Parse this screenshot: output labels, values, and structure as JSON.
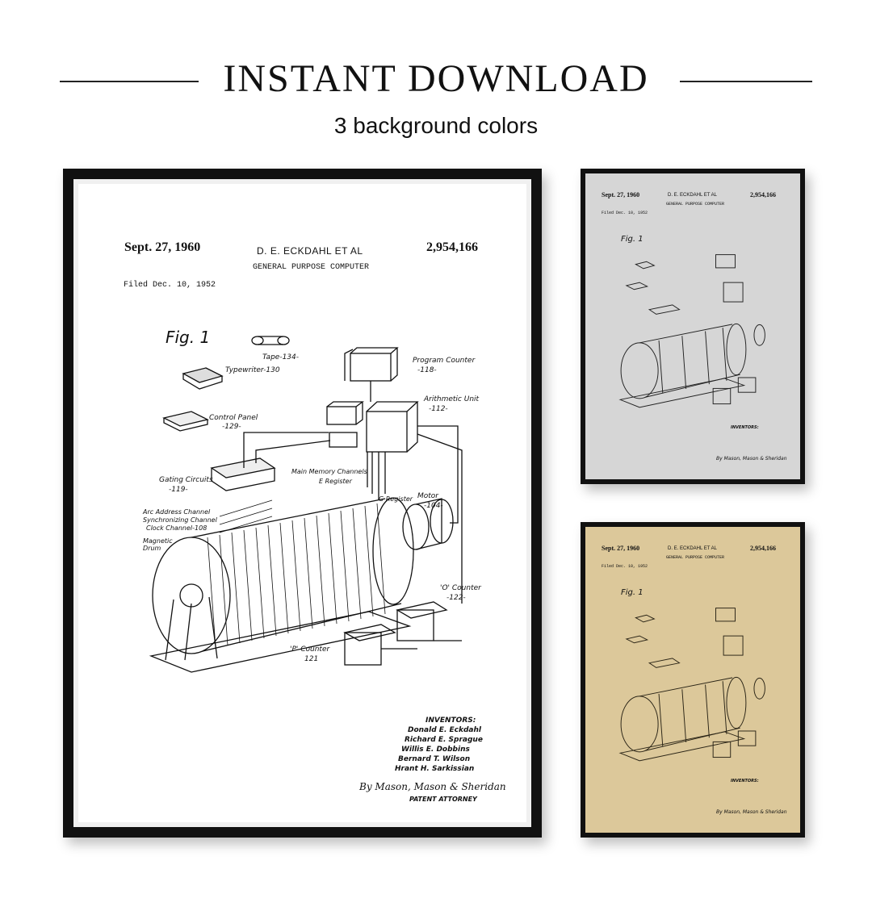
{
  "header": {
    "title": "INSTANT DOWNLOAD",
    "subtitle": "3 background colors"
  },
  "patent": {
    "date": "Sept. 27, 1960",
    "inventor_line": "D. E. ECKDAHL  ET AL",
    "number": "2,954,166",
    "title": "GENERAL PURPOSE COMPUTER",
    "filed": "Filed Dec. 10, 1952",
    "fig": "Fig. 1",
    "labels": {
      "tape": "Tape-134-",
      "typewriter": "Typewriter-130",
      "control_panel": "Control Panel",
      "control_panel_num": "-129-",
      "program_counter": "Program Counter",
      "program_counter_num": "-118-",
      "arithmetic_unit": "Arithmetic Unit",
      "arithmetic_unit_num": "-112-",
      "gating_circuits": "Gating Circuits",
      "gating_circuits_num": "-119-",
      "main_memory": "Main Memory Channels",
      "e_register": "E Register",
      "g_register": "G Register",
      "motor": "Motor",
      "motor_num": "-104-",
      "arc_address": "Arc Address Channel",
      "sync_channel": "Synchronizing Channel",
      "clock_channel": "Clock Channel-108",
      "magnetic_drum": "Magnetic Drum",
      "o_counter": "'O' Counter",
      "o_counter_num": "-122-",
      "p_counter": "'P' Counter",
      "p_counter_num": "121"
    },
    "inventors_heading": "INVENTORS:",
    "inventors": [
      "Donald E. Eckdahl",
      "Richard E. Sprague",
      "Willis E. Dobbins",
      "Bernard T. Wilson",
      "Hrant H. Sarkissian"
    ],
    "signature": "By Mason, Mason & Sheridan",
    "attorney": "Patent Attorney"
  },
  "variants": [
    {
      "name": "white",
      "color": "#ffffff"
    },
    {
      "name": "gray",
      "color": "#d6d6d6"
    },
    {
      "name": "parchment",
      "color": "#dcc89a"
    }
  ],
  "frame_color": "#111111"
}
